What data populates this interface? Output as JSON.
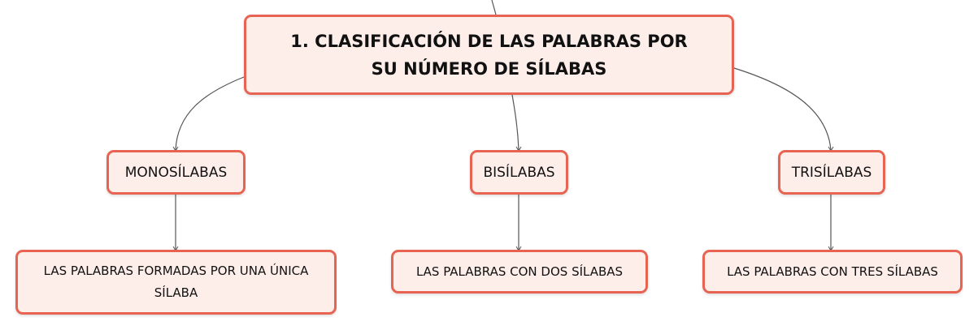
{
  "diagram": {
    "root": {
      "label": "1. CLASIFICACIÓN DE LAS PALABRAS POR SU NÚMERO DE SÍLABAS"
    },
    "categories": [
      {
        "label": "MONOSÍLABAS",
        "description": "LAS PALABRAS FORMADAS POR UNA ÚNICA SÍLABA"
      },
      {
        "label": "BISÍLABAS",
        "description": "LAS PALABRAS CON DOS SÍLABAS"
      },
      {
        "label": "TRISÍLABAS",
        "description": "LAS PALABRAS CON TRES SÍLABAS"
      }
    ],
    "colors": {
      "node_fill": "#fdeeea",
      "node_border": "#e86452",
      "connector": "#555555",
      "text": "#111111"
    }
  }
}
